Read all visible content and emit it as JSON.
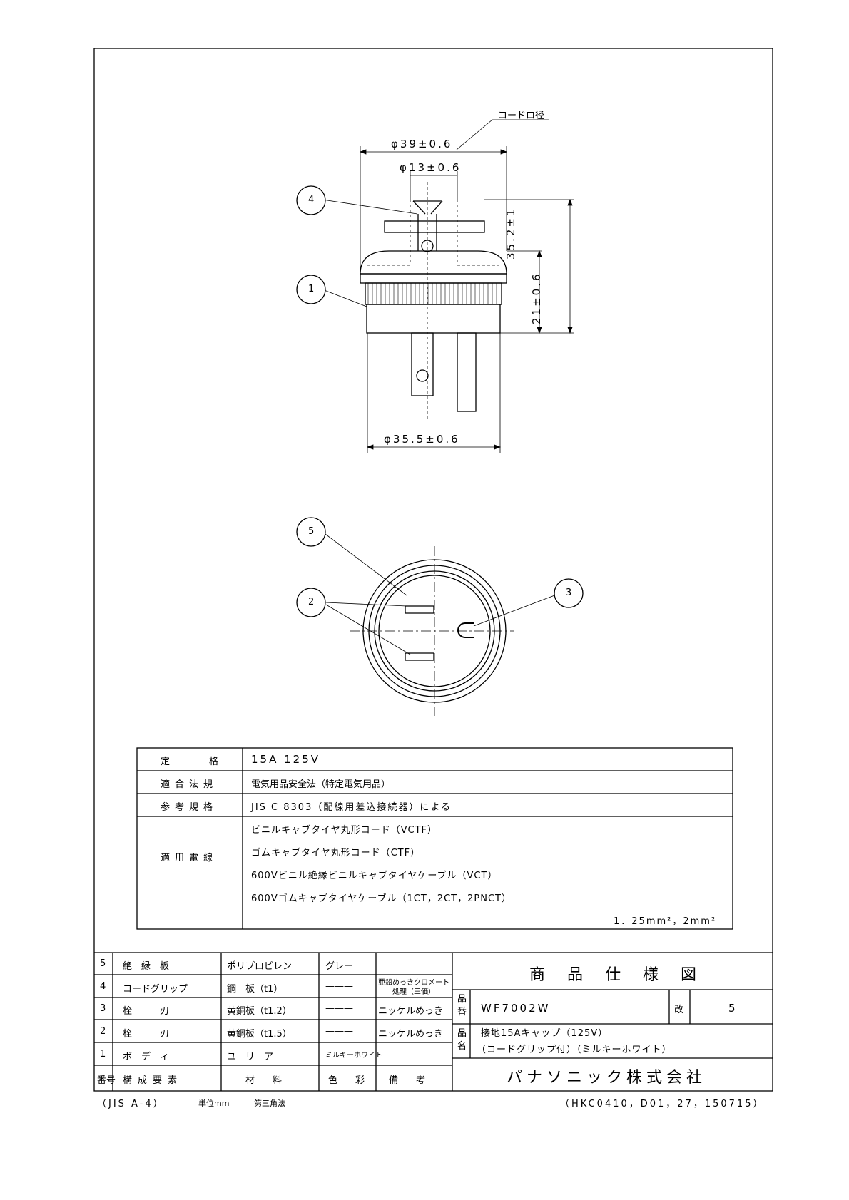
{
  "drawing": {
    "dims": {
      "cord_diameter_label": "コードロ径",
      "outer_top": "φ39±0.6",
      "cord_hole": "φ13±0.6",
      "height_total": "35.2±1",
      "height_body": "21±0.6",
      "outer_bottom": "φ35.5±0.6"
    },
    "callouts": [
      "1",
      "2",
      "3",
      "4",
      "5"
    ]
  },
  "spec_table": [
    {
      "label": "定　　　格",
      "values": [
        "15A 125V"
      ]
    },
    {
      "label": "適合法規",
      "values": [
        "電気用品安全法（特定電気用品）"
      ]
    },
    {
      "label": "参考規格",
      "values": [
        "JIS C 8303（配線用差込接続器）による"
      ]
    },
    {
      "label": "適用電線",
      "values": [
        "ビニルキャブタイヤ丸形コード（VCTF）",
        "ゴムキャブタイヤ丸形コード（CTF）",
        "600Vビニル絶縁ビニルキャブタイヤケーブル（VCT）",
        "600Vゴムキャブタイヤケーブル（1CT，2CT，2PNCT）",
        "1．25mm²，2mm²"
      ]
    }
  ],
  "parts": [
    {
      "no": "5",
      "name": "絶　縁　板",
      "material": "ポリプロピレン",
      "color": "グレー",
      "note": ""
    },
    {
      "no": "4",
      "name": "コードグリップ",
      "material": "鋼　板（t1）",
      "color": "———",
      "note": "亜鉛めっきクロメート処理（三価）"
    },
    {
      "no": "3",
      "name": "栓　　　刃",
      "material": "黄銅板（t1.2）",
      "color": "———",
      "note": "ニッケルめっき"
    },
    {
      "no": "2",
      "name": "栓　　　刃",
      "material": "黄銅板（t1.5）",
      "color": "———",
      "note": "ニッケルめっき"
    },
    {
      "no": "1",
      "name": "ボ　デ　ィ",
      "material": "ユ　リ　ア",
      "color": "ミルキーホワイト",
      "note": ""
    }
  ],
  "parts_header": {
    "no": "番号",
    "name": "構成要素",
    "material": "材　料",
    "color": "色　彩",
    "note": "備　考"
  },
  "title_block": {
    "title": "商 品 仕 様 図",
    "hinban_label": "品番",
    "hinban": "WF7002W",
    "rev_label": "改",
    "rev": "5",
    "hinmei_label": "品名",
    "hinmei_1": "接地15Aキャップ（125V）",
    "hinmei_2": "（コードグリップ付）（ミルキーホワイト）",
    "company": "パナソニック株式会社"
  },
  "footer": {
    "paper": "（JIS A-4）",
    "unit": "単位mm",
    "projection": "第三角法",
    "code": "（HKC0410，D01，27，150715）"
  }
}
